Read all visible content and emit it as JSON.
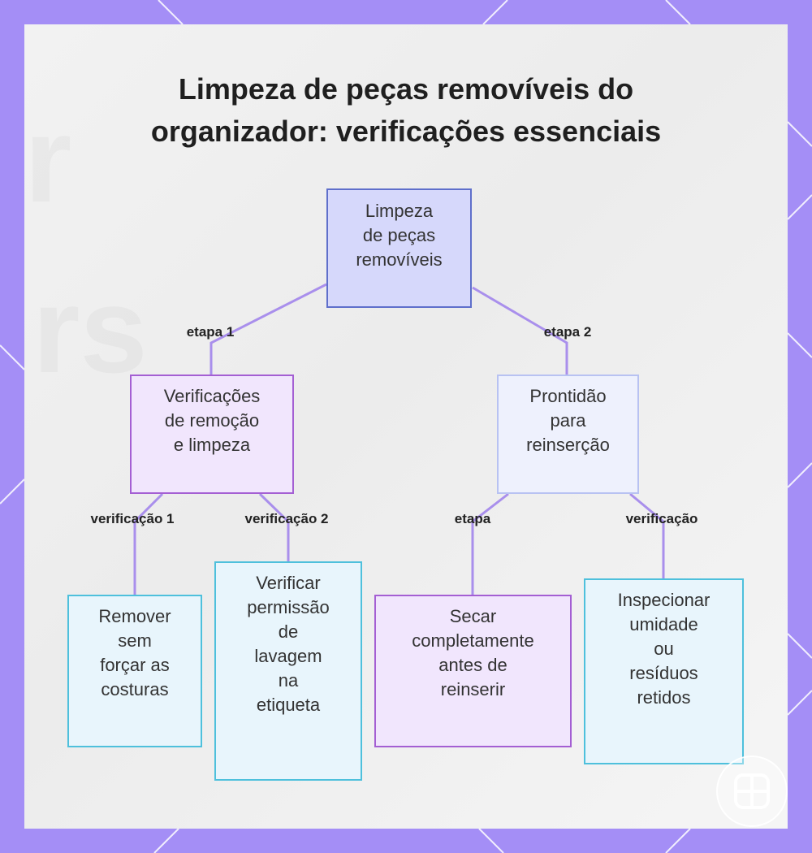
{
  "title": "Limpeza de peças removíveis do organizador: verificações essenciais",
  "colors": {
    "frame": "#a48ef6",
    "connector": "#a98fec",
    "root_fill": "#d6d8fb",
    "root_border": "#5f6fcb",
    "purple_fill": "#f1e6fd",
    "purple_border": "#a45fd3",
    "lavender_fill": "#eef1fd",
    "lavender_border": "#b8c2f2",
    "cyan_fill": "#e8f5fc",
    "cyan_border": "#4ec0dc"
  },
  "nodes": {
    "root": "Limpeza\nde peças\nremovíveis",
    "removal_checks": "Verificações\nde remoção\ne limpeza",
    "reinsertion": "Prontidão\npara\nreinserção",
    "remove_no_force": "Remover\nsem\nforçar as\ncosturas",
    "check_label": "Verificar\npermissão\nde\nlavagem\nna\netiqueta",
    "dry_completely": "Secar\ncompletamente\nantes de\nreinserir",
    "inspect_moisture": "Inspecionar\numidade\nou\nresíduos\nretidos"
  },
  "edges": {
    "step1": "etapa 1",
    "step2": "etapa 2",
    "check1": "verificação 1",
    "check2": "verificação 2",
    "step": "etapa",
    "check": "verificação"
  },
  "logo_icon": "grid-logo-icon"
}
